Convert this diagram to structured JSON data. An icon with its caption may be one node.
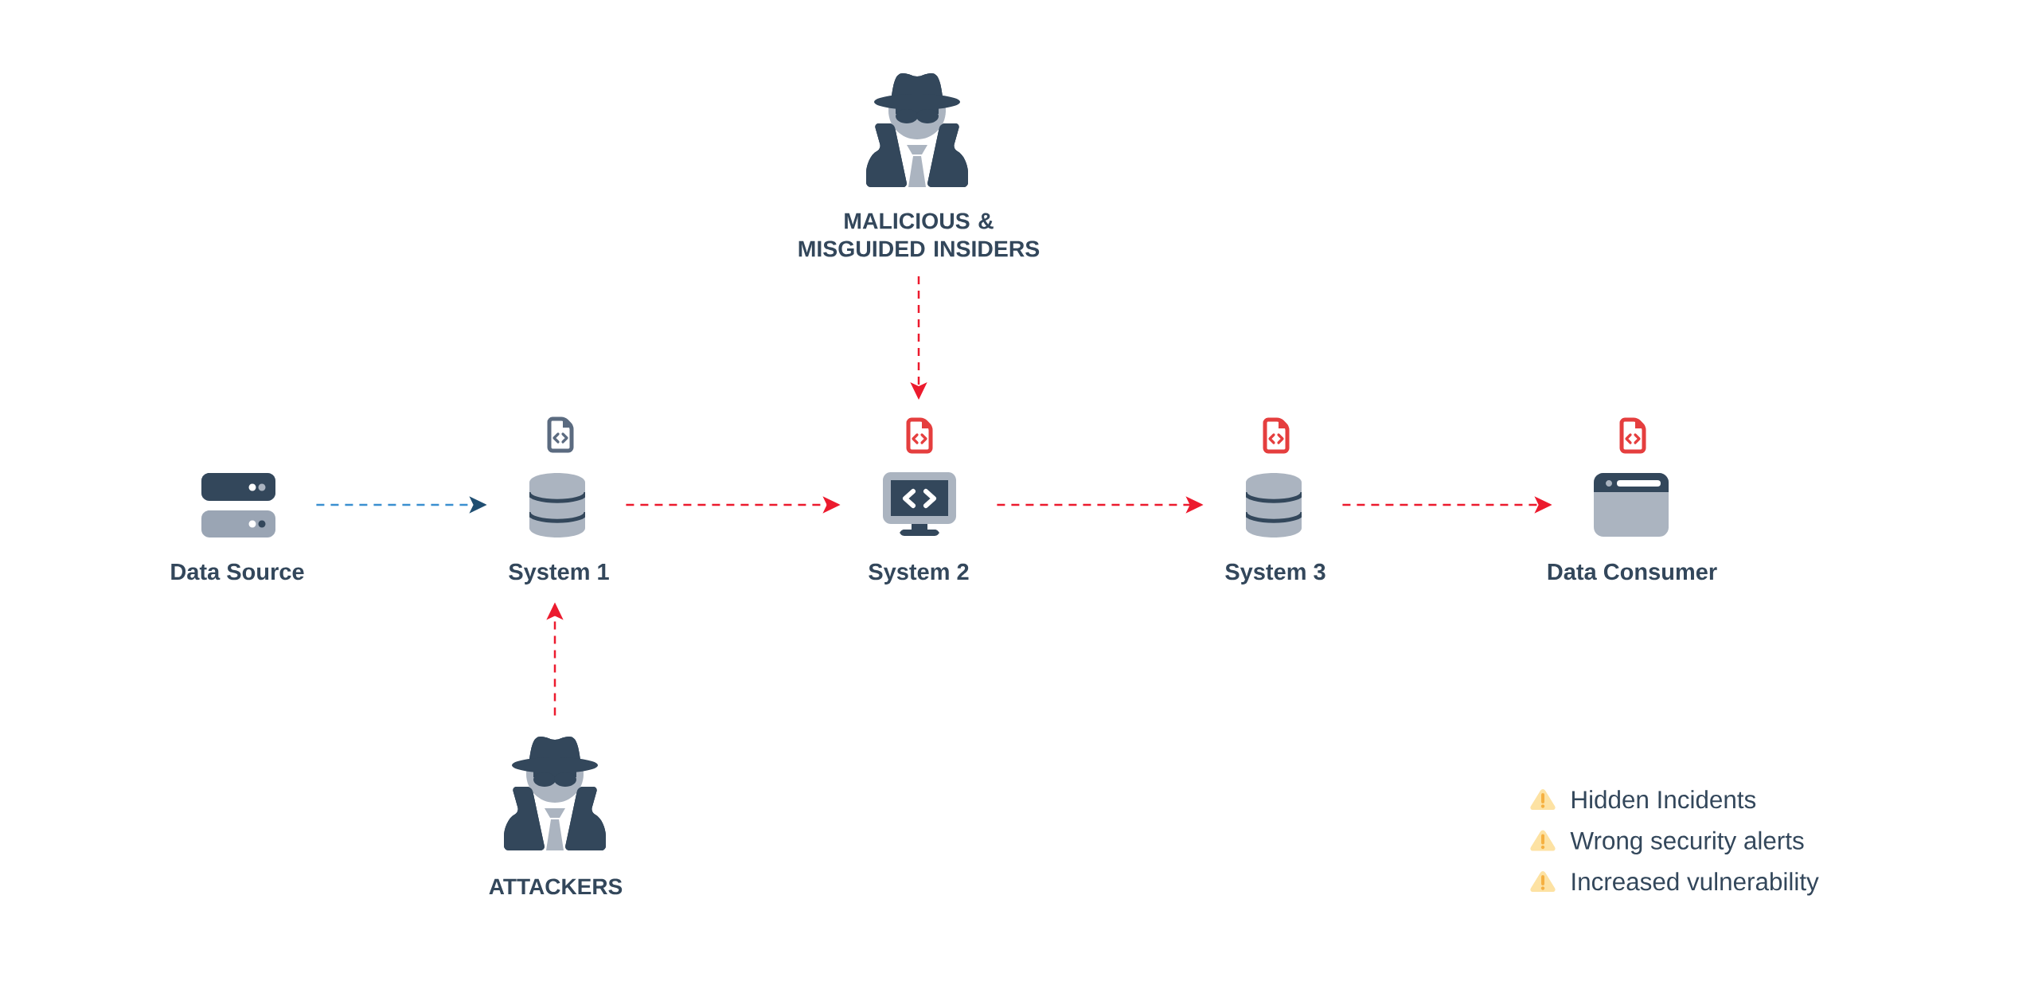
{
  "diagram": {
    "nodes": [
      {
        "text": [
          "MALICIOUS & MISGUIDED INSIDERS"
        ]
      },
      {
        "text": [
          "Data Source"
        ]
      },
      {
        "text": [
          "System 1"
        ]
      },
      {
        "text": [
          "System 2"
        ]
      },
      {
        "text": [
          "System 3"
        ]
      },
      {
        "text": [
          "Data Consumer"
        ]
      },
      {
        "text": [
          "ATTACKERS"
        ]
      }
    ],
    "edges": [
      {
        "from": 1,
        "to": 2,
        "arrow": "to",
        "style": "dashed",
        "color": "#3a8fd0"
      },
      {
        "from": 2,
        "to": 3,
        "arrow": "to",
        "style": "dashed"
      },
      {
        "from": 3,
        "to": 4,
        "arrow": "to",
        "style": "dashed"
      },
      {
        "from": 4,
        "to": 5,
        "arrow": "to",
        "style": "dashed"
      },
      {
        "from": 0,
        "to": 3,
        "arrow": "to",
        "style": "dashed"
      },
      {
        "from": 6,
        "to": 2,
        "arrow": "to",
        "style": "dashed"
      }
    ],
    "legend": [
      {
        "text": "Hidden Incidents"
      },
      {
        "text": "Wrong security alerts"
      },
      {
        "text": "Increased vulnerability"
      }
    ]
  }
}
